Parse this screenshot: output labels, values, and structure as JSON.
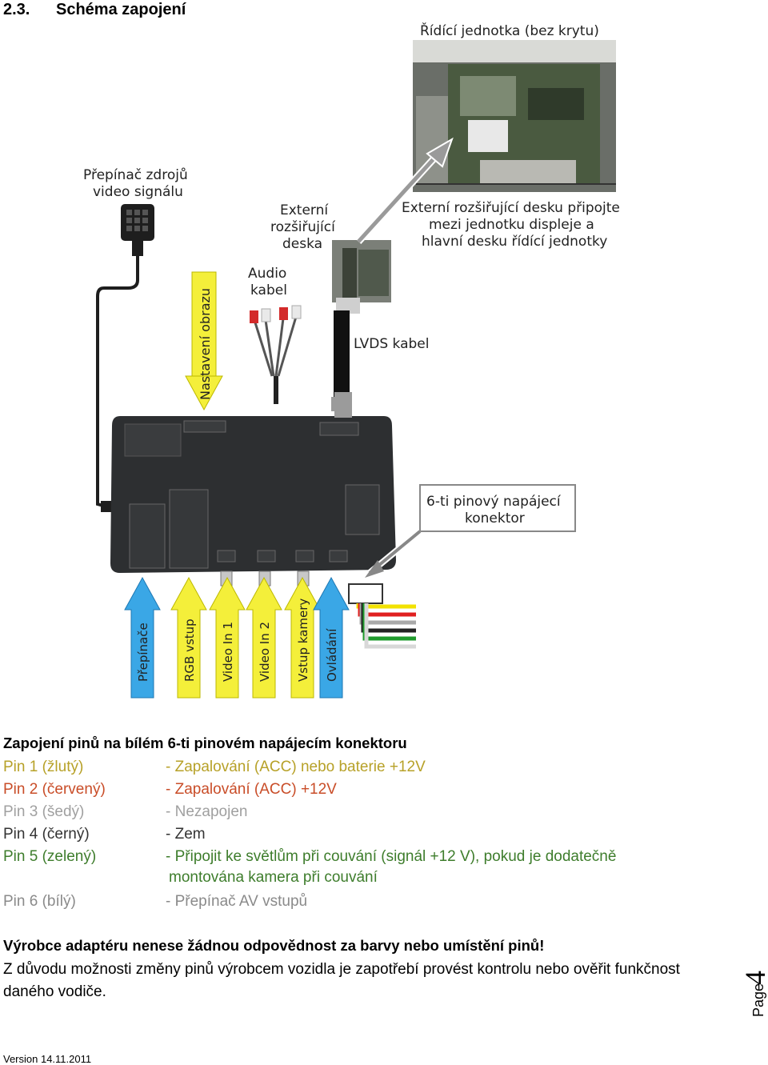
{
  "section": {
    "number": "2.3.",
    "title": "Schéma zapojení"
  },
  "diagram": {
    "labels": {
      "control_unit": "Řídící jednotka (bez krytu)",
      "switch_source_line1": "Přepínač zdrojů",
      "switch_source_line2": "video signálu",
      "ext_board_line1": "Externí",
      "ext_board_line2": "rozšiřující",
      "ext_board_line3": "deska",
      "ext_note_line1": "Externí rozšiřující desku připojte",
      "ext_note_line2": "mezi jednotku displeje a",
      "ext_note_line3": "hlavní desku řídící jednotky",
      "audio_line1": "Audio",
      "audio_line2": "kabel",
      "lvds": "LVDS kabel",
      "image_settings": "Nastavení obrazu",
      "connector_line1": "6-ti pinový napájecí",
      "connector_line2": "konektor"
    },
    "arrows": [
      "Přepínače",
      "RGB vstup",
      "Video In 1",
      "Video In 2",
      "Vstup kamery",
      "Ovládání"
    ],
    "arrow_colors": [
      "#3aa7e6",
      "#f4ef3a",
      "#f4ef3a",
      "#f4ef3a",
      "#f4ef3a",
      "#3aa7e6"
    ],
    "wire_colors": [
      "#f2e200",
      "#e02020",
      "#a9a9a9",
      "#222222",
      "#1f9a2c",
      "#ffffff"
    ]
  },
  "pins": {
    "title": "Zapojení pinů na bílém 6-ti pinovém napájecím konektoru",
    "rows": [
      {
        "pin": "Pin 1 (žlutý)",
        "desc": "- Zapalování (ACC) nebo baterie +12V"
      },
      {
        "pin": "Pin 2 (červený)",
        "desc": "- Zapalování (ACC) +12V"
      },
      {
        "pin": "Pin 3 (šedý)",
        "desc": "- Nezapojen"
      },
      {
        "pin": "Pin 4 (černý)",
        "desc": "- Zem"
      },
      {
        "pin": "Pin 5 (zelený)",
        "desc": "- Připojit ke světlům při couvání (signál +12 V), pokud je dodatečně",
        "desc2": "montována kamera při couvání"
      },
      {
        "pin": "Pin 6 (bílý)",
        "desc": "- Přepínač AV vstupů"
      }
    ]
  },
  "warning": "Výrobce adaptéru nenese žádnou odpovědnost za barvy nebo umístění pinů!",
  "note": "Z důvodu možnosti změny pinů výrobcem vozidla je zapotřebí provést kontrolu nebo ověřit funkčnost daného vodiče.",
  "page": {
    "label": "Page",
    "number": "4"
  },
  "version": "Version 14.11.2011"
}
